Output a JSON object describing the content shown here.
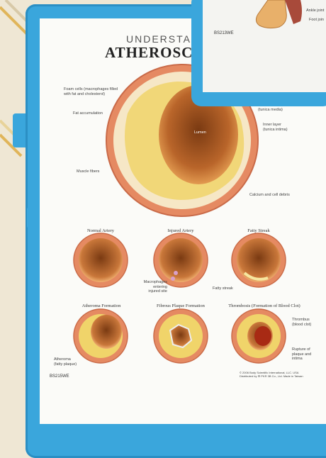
{
  "poster": {
    "title_top": "UNDERSTA",
    "title_main": "ATHEROSC",
    "code": "BS215WE",
    "copyright": "© 2006 Body Scientific International, LLC. USA\nDistributed by ⚙ PKR 3B Co., Ltd. Made in Taiwan"
  },
  "inset": {
    "ankle_label": "Ankle joint",
    "foot_label": "Foot join",
    "code": "BS213WE"
  },
  "main_diagram": {
    "foam_cells": "Foam cells (macrophages filled\nwith fat and cholesterol)",
    "fat_accumulation": "Fat accumulation",
    "muscle_fibers": "Muscle fibers",
    "lumen": "Lumen",
    "tunica_media": "(tunica media)",
    "inner_layer": "Inner layer\n(tunica intima)",
    "calcium": "Calcium and cell debris"
  },
  "stages": [
    {
      "title": "Normal Artery"
    },
    {
      "title": "Injured Artery",
      "note": "Macrophages\nentering\ninjured site"
    },
    {
      "title": "Fatty Streak",
      "note": "Fatty streak"
    },
    {
      "title": "Atheroma Formation",
      "note": "Atheroma\n(fatty plaque)"
    },
    {
      "title": "Fibrous Plaque Formation"
    },
    {
      "title": "Thrombosis (Formation of Blood Clot)",
      "note": "Thrombus\n(blood clot)",
      "note2": "Rupture of\nplaque and\nintima"
    }
  ]
}
